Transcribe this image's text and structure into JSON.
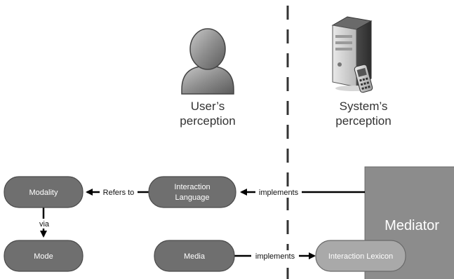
{
  "perspectives": {
    "user": {
      "line1": "User’s",
      "line2": "perception"
    },
    "system": {
      "line1": "System’s",
      "line2": "perception"
    }
  },
  "mediator": {
    "label": "Mediator"
  },
  "nodes": {
    "modality": "Modality",
    "mode": "Mode",
    "interaction_language": {
      "line1": "Interaction",
      "line2": "Language"
    },
    "media": "Media",
    "interaction_lexicon": "Interaction Lexicon"
  },
  "edges": {
    "refers_to": "Refers to",
    "via": "via",
    "implements_language": "implements",
    "implements_lexicon": "implements"
  },
  "colors": {
    "node_fill": "#6f6f6f",
    "lexicon_fill": "#a9a9a9",
    "mediator_fill": "#8c8c8c",
    "line": "#000000"
  }
}
